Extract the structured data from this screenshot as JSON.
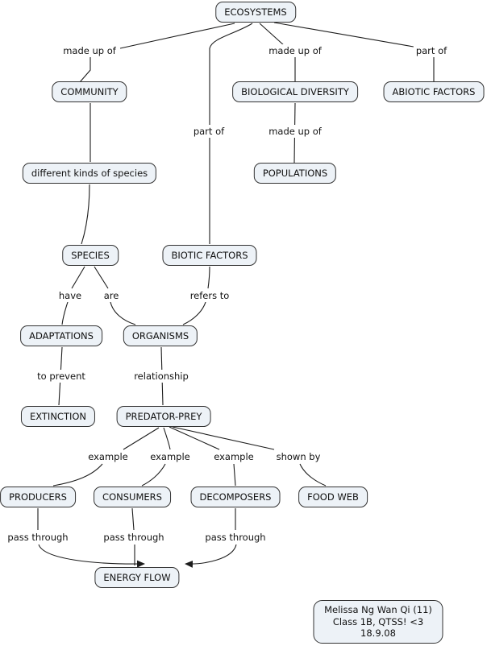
{
  "diagram": {
    "nodes": {
      "ecosystems": "ECOSYSTEMS",
      "community": "COMMUNITY",
      "biological_diversity": "BIOLOGICAL DIVERSITY",
      "abiotic_factors": "ABIOTIC FACTORS",
      "different_kinds": "different kinds of species",
      "populations": "POPULATIONS",
      "species": "SPECIES",
      "biotic_factors": "BIOTIC FACTORS",
      "adaptations": "ADAPTATIONS",
      "organisms": "ORGANISMS",
      "extinction": "EXTINCTION",
      "predator_prey": "PREDATOR-PREY",
      "producers": "PRODUCERS",
      "consumers": "CONSUMERS",
      "decomposers": "DECOMPOSERS",
      "food_web": "FOOD WEB",
      "energy_flow": "ENERGY FLOW"
    },
    "edge_labels": {
      "made_up_of_community": "made up of",
      "made_up_of_biodiversity": "made up of",
      "part_of_abiotic": "part of",
      "part_of_biotic": "part of",
      "made_up_of_populations": "made up of",
      "have": "have",
      "are": "are",
      "refers_to": "refers to",
      "to_prevent": "to prevent",
      "relationship": "relationship",
      "example_producers": "example",
      "example_consumers": "example",
      "example_decomposers": "example",
      "shown_by": "shown by",
      "pass_through_producers": "pass through",
      "pass_through_consumers": "pass through",
      "pass_through_decomposers": "pass through"
    },
    "edges": [
      {
        "from": "ECOSYSTEMS",
        "label": "made up of",
        "to": "COMMUNITY"
      },
      {
        "from": "ECOSYSTEMS",
        "label": "made up of",
        "to": "BIOLOGICAL DIVERSITY"
      },
      {
        "from": "ECOSYSTEMS",
        "label": "part of",
        "to": "ABIOTIC FACTORS"
      },
      {
        "from": "ECOSYSTEMS",
        "label": "part of",
        "to": "BIOTIC FACTORS"
      },
      {
        "from": "COMMUNITY",
        "label": "",
        "to": "different kinds of species"
      },
      {
        "from": "different kinds of species",
        "label": "",
        "to": "SPECIES"
      },
      {
        "from": "BIOLOGICAL DIVERSITY",
        "label": "made up of",
        "to": "POPULATIONS"
      },
      {
        "from": "SPECIES",
        "label": "have",
        "to": "ADAPTATIONS"
      },
      {
        "from": "SPECIES",
        "label": "are",
        "to": "ORGANISMS"
      },
      {
        "from": "BIOTIC FACTORS",
        "label": "refers to",
        "to": "ORGANISMS"
      },
      {
        "from": "ADAPTATIONS",
        "label": "to prevent",
        "to": "EXTINCTION"
      },
      {
        "from": "ORGANISMS",
        "label": "relationship",
        "to": "PREDATOR-PREY"
      },
      {
        "from": "PREDATOR-PREY",
        "label": "example",
        "to": "PRODUCERS"
      },
      {
        "from": "PREDATOR-PREY",
        "label": "example",
        "to": "CONSUMERS"
      },
      {
        "from": "PREDATOR-PREY",
        "label": "example",
        "to": "DECOMPOSERS"
      },
      {
        "from": "PREDATOR-PREY",
        "label": "shown by",
        "to": "FOOD WEB"
      },
      {
        "from": "PRODUCERS",
        "label": "pass through",
        "to": "ENERGY FLOW"
      },
      {
        "from": "CONSUMERS",
        "label": "pass through",
        "to": "ENERGY FLOW"
      },
      {
        "from": "DECOMPOSERS",
        "label": "pass through",
        "to": "ENERGY FLOW"
      }
    ],
    "signature": {
      "line1": "Melissa Ng Wan Qi (11)",
      "line2": "Class 1B, QTSS! <3",
      "line3": "18.9.08"
    },
    "colors": {
      "node_fill": "#edf2f7",
      "node_border": "#333333",
      "line": "#1c1c1c",
      "text": "#111111",
      "background": "#ffffff"
    }
  }
}
